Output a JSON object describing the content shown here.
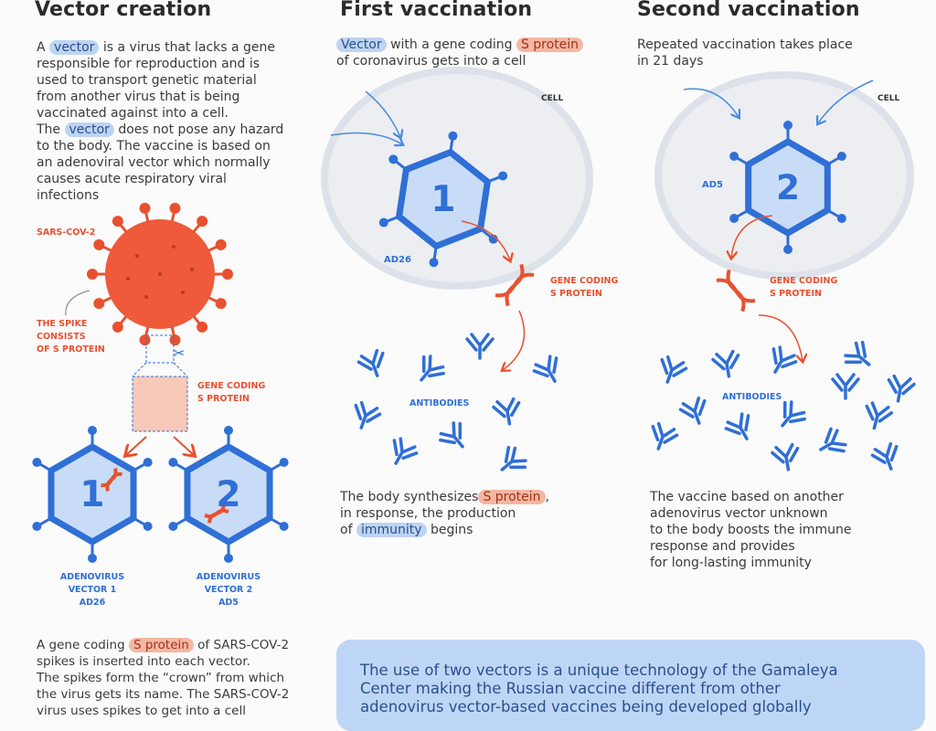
{
  "columns": {
    "vector_creation": {
      "title": "Vector creation",
      "intro": {
        "p1": "A",
        "h1": "vector",
        "p2": "is a virus that lacks a gene",
        "l2": "responsible for reproduction and is",
        "l3": "used to transport genetic material",
        "l4": "from another virus that is being",
        "l5": "vaccinated against into a cell.",
        "p6": "The",
        "h2": "vector",
        "p7": "does not pose any hazard",
        "l8": "to the body. The vaccine is based on",
        "l9": "an adenoviral vector which normally",
        "l10": "causes acute respiratory viral",
        "l11": "infections"
      },
      "labels": {
        "virus": "SARS-COV-2",
        "spike1": "THE SPIKE",
        "spike2": "CONSISTS",
        "spike3": "OF S PROTEIN",
        "gene1": "GENE CODING",
        "gene2": "S PROTEIN",
        "v1a": "ADENOVIRUS",
        "v1b": "VECTOR 1",
        "v1c": "AD26",
        "v2a": "ADENOVIRUS",
        "v2b": "VECTOR 2",
        "v2c": "AD5",
        "num1": "1",
        "num2": "2"
      },
      "outro": {
        "p1": "A gene coding",
        "h1": "S protein",
        "p2": "of SARS-COV-2",
        "l2": "spikes is inserted into each vector.",
        "l3": "The spikes form the “crown” from which",
        "l4": "the virus gets its name. The SARS-COV-2",
        "l5": "virus uses spikes to get into a cell"
      }
    },
    "first_vaccination": {
      "title": "First vaccination",
      "intro": {
        "h1": "Vector",
        "p1": "with a gene coding",
        "h2": "S protein",
        "l2": "of coronavirus gets into a cell"
      },
      "labels": {
        "cell": "CELL",
        "num": "1",
        "ad": "AD26",
        "gene1": "GENE CODING",
        "gene2": "S PROTEIN",
        "antibodies": "ANTIBODIES"
      },
      "outro": {
        "p1": "The body synthesizes",
        "h1": "S protein",
        "p2": ",",
        "l2": "in response, the production",
        "p3": "of",
        "h2": "immunity",
        "p4": "begins"
      }
    },
    "second_vaccination": {
      "title": "Second vaccination",
      "intro": {
        "l1": "Repeated vaccination takes place",
        "l2": "in 21 days"
      },
      "labels": {
        "cell": "CELL",
        "num": "2",
        "ad": "AD5",
        "gene1": "GENE CODING",
        "gene2": "S PROTEIN",
        "antibodies": "ANTIBODIES"
      },
      "outro": {
        "l1": "The vaccine based on another",
        "l2": "adenovirus vector unknown",
        "l3": "to the body boosts the immune",
        "l4": "response and provides",
        "l5": "for long-lasting immunity"
      }
    }
  },
  "banner": {
    "l1": "The use of two vectors is a unique technology of the Gamaleya",
    "l2": "Center making the Russian vaccine different from other",
    "l3": "adenovirus vector-based vaccines being developed globally"
  },
  "colors": {
    "blue": "#2f6fd6",
    "red": "#e8512f",
    "cell": "#e9ecf0",
    "banner": "#bed6f6"
  }
}
